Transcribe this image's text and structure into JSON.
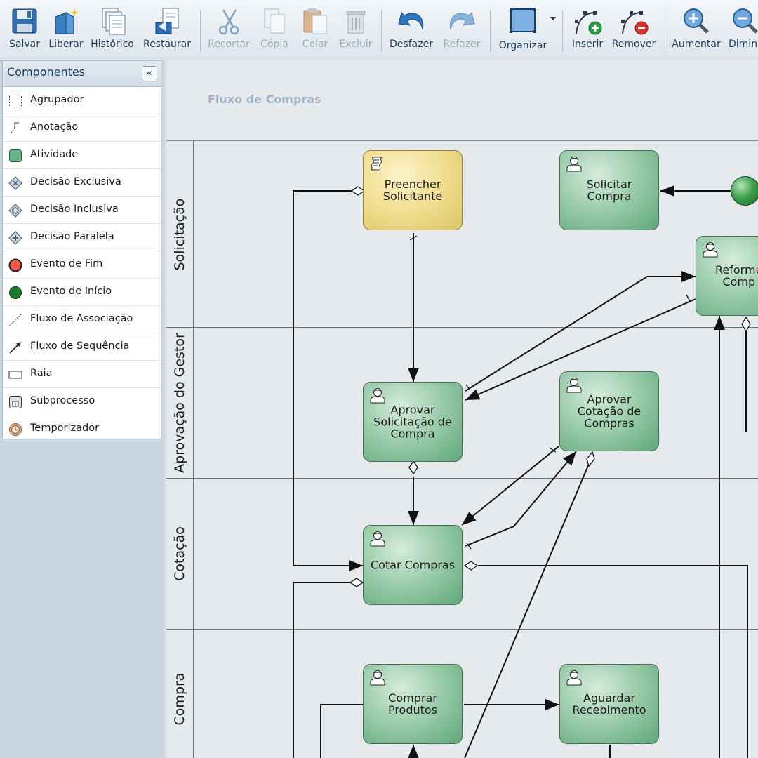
{
  "toolbar": {
    "buttons": [
      {
        "label": "Salvar",
        "icon": "floppy-disk-icon",
        "enabled": true
      },
      {
        "label": "Liberar",
        "icon": "book-sparkle-icon",
        "enabled": true
      },
      {
        "label": "Histórico",
        "icon": "documents-stack-icon",
        "enabled": true
      },
      {
        "label": "Restaurar",
        "icon": "restore-document-icon",
        "enabled": true
      },
      {
        "label": "Recortar",
        "icon": "scissors-icon",
        "enabled": false
      },
      {
        "label": "Cópia",
        "icon": "copy-icon",
        "enabled": false
      },
      {
        "label": "Colar",
        "icon": "clipboard-icon",
        "enabled": false
      },
      {
        "label": "Excluir",
        "icon": "trash-icon",
        "enabled": false
      },
      {
        "label": "Desfazer",
        "icon": "undo-arrow-icon",
        "enabled": true
      },
      {
        "label": "Refazer",
        "icon": "redo-arrow-icon",
        "enabled": false
      },
      {
        "label": "Organizar",
        "icon": "layout-frame-icon",
        "enabled": true
      },
      {
        "label": "Inserir",
        "icon": "add-waypoint-icon",
        "enabled": true
      },
      {
        "label": "Remover",
        "icon": "remove-waypoint-icon",
        "enabled": true
      },
      {
        "label": "Aumentar",
        "icon": "zoom-in-icon",
        "enabled": true
      },
      {
        "label": "Diminu",
        "icon": "zoom-out-icon",
        "enabled": true
      }
    ]
  },
  "components_panel": {
    "title": "Componentes",
    "collapse_glyph": "«",
    "items": [
      {
        "label": "Agrupador",
        "icon": "group-dashed-box-icon"
      },
      {
        "label": "Anotação",
        "icon": "annotation-icon"
      },
      {
        "label": "Atividade",
        "icon": "activity-box-icon"
      },
      {
        "label": "Decisão Exclusiva",
        "icon": "exclusive-gateway-icon"
      },
      {
        "label": "Decisão Inclusiva",
        "icon": "inclusive-gateway-icon"
      },
      {
        "label": "Decisão Paralela",
        "icon": "parallel-gateway-icon"
      },
      {
        "label": "Evento de Fim",
        "icon": "end-event-icon"
      },
      {
        "label": "Evento de Início",
        "icon": "start-event-icon"
      },
      {
        "label": "Fluxo de Associação",
        "icon": "association-flow-icon"
      },
      {
        "label": "Fluxo de Sequência",
        "icon": "sequence-flow-icon"
      },
      {
        "label": "Raia",
        "icon": "lane-icon"
      },
      {
        "label": "Subprocesso",
        "icon": "subprocess-icon"
      },
      {
        "label": "Temporizador",
        "icon": "timer-icon"
      }
    ]
  },
  "diagram": {
    "process_title": "Fluxo de Compras",
    "lanes": [
      {
        "label": "Solicitação"
      },
      {
        "label": "Aprovação do Gestor"
      },
      {
        "label": "Cotação"
      },
      {
        "label": "Compra"
      }
    ],
    "tasks": [
      {
        "id": "preencher",
        "lines": [
          "Preencher",
          "Solicitante"
        ],
        "icon": "script-task-icon",
        "style": "yellow"
      },
      {
        "id": "solicitar",
        "lines": [
          "Solicitar",
          "Compra"
        ],
        "icon": "user-task-icon",
        "style": "green"
      },
      {
        "id": "reformular",
        "lines": [
          "Reformu",
          "Comp"
        ],
        "icon": "user-task-icon",
        "style": "green"
      },
      {
        "id": "aprovar-solicitacao",
        "lines": [
          "Aprovar",
          "Solicitação de",
          "Compra"
        ],
        "icon": "user-task-icon",
        "style": "green"
      },
      {
        "id": "aprovar-cotacao",
        "lines": [
          "Aprovar",
          "Cotação de",
          "Compras"
        ],
        "icon": "user-task-icon",
        "style": "green"
      },
      {
        "id": "cotar",
        "lines": [
          "Cotar Compras"
        ],
        "icon": "user-task-icon",
        "style": "green"
      },
      {
        "id": "comprar",
        "lines": [
          "Comprar",
          "Produtos"
        ],
        "icon": "user-task-icon",
        "style": "green"
      },
      {
        "id": "aguardar",
        "lines": [
          "Aguardar",
          "Recebimento"
        ],
        "icon": "user-task-icon",
        "style": "green"
      }
    ],
    "start_event_icon": "start-event-icon"
  }
}
